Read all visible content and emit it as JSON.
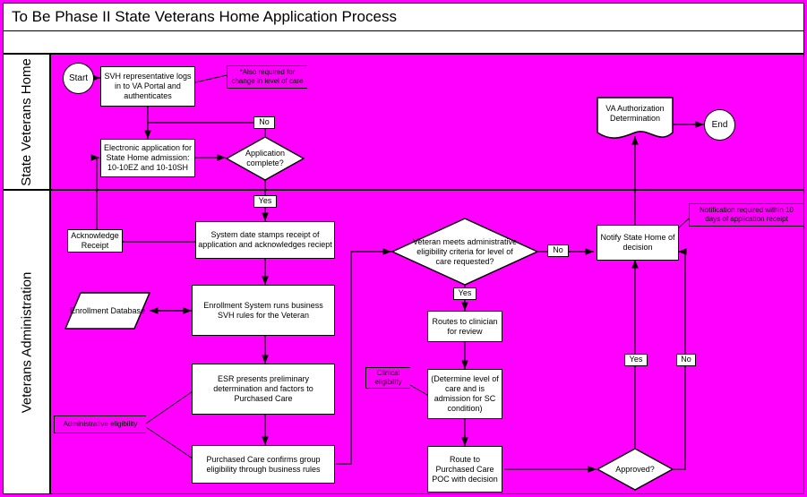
{
  "header": {
    "title": "To Be Phase II State Veterans Home Application Process",
    "subtitle": ""
  },
  "colors": {
    "lane_fill": "#ff00ff",
    "node_fill": "#ffffff",
    "line": "#000000",
    "frame": "#ff00ff"
  },
  "lanes": [
    {
      "id": "svh",
      "label": "State Veterans Home"
    },
    {
      "id": "va",
      "label": "Veterans Administration"
    }
  ],
  "nodes": {
    "start": {
      "label": "Start",
      "shape": "terminator"
    },
    "svh_login": {
      "label": "SVH representative logs in to VA Portal and authenticates",
      "shape": "process"
    },
    "electronic_app": {
      "label": "Electronic application for State Home admission: 10-10EZ and 10-10SH",
      "shape": "process"
    },
    "app_complete": {
      "label": "Application complete?",
      "shape": "decision"
    },
    "ack_receipt": {
      "label": "Acknowledge Receipt",
      "shape": "label"
    },
    "date_stamps": {
      "label": "System date stamps receipt of application and acknowledges reciept",
      "shape": "process"
    },
    "enroll_db": {
      "label": "Enrollment Database",
      "shape": "data"
    },
    "enroll_rules": {
      "label": "Enrollment System runs business SVH rules for the Veteran",
      "shape": "process"
    },
    "esr_prelim": {
      "label": "ESR presents preliminary determination and factors to Purchased Care",
      "shape": "process"
    },
    "pc_confirms": {
      "label": "Purchased Care confirms group eligibility through business rules",
      "shape": "process"
    },
    "admin_elig_check": {
      "label": "Veteran meets administrative eligibility criteria for level of care requested?",
      "shape": "decision"
    },
    "routes_clinician": {
      "label": "Routes to clinician for review",
      "shape": "process"
    },
    "determine_level": {
      "label": "(Determine level of care and is admission for SC condition)",
      "shape": "process"
    },
    "route_pc_poc": {
      "label": "Route to Purchased Care POC with decision",
      "shape": "process"
    },
    "approved": {
      "label": "Approved?",
      "shape": "decision"
    },
    "notify_home": {
      "label": "Notify State Home of decision",
      "shape": "process"
    },
    "va_auth": {
      "label": "VA Authorization Determination",
      "shape": "document"
    },
    "end": {
      "label": "End",
      "shape": "terminator"
    }
  },
  "edge_labels": {
    "no_app_complete": "No",
    "yes_app_complete": "Yes",
    "no_admin_elig": "No",
    "yes_admin_elig": "Yes",
    "yes_approved": "Yes",
    "no_approved": "No"
  },
  "annotations": {
    "also_required": "*Also required for change in level of care",
    "admin_eligibility": "Administrative eligibility",
    "clinical_eligibility": "Clinical eligibility",
    "notification_10days": "Notification required within 10 days of application receipt"
  }
}
